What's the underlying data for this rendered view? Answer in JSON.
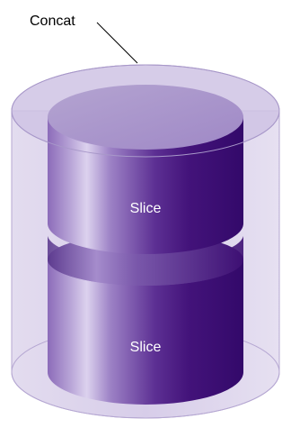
{
  "diagram": {
    "container_label": "Concat",
    "slices": [
      {
        "label": "Slice"
      },
      {
        "label": "Slice"
      }
    ]
  },
  "colors": {
    "container_fill": "#d9d2e8",
    "container_stroke": "#b8aad4",
    "slice_dark": "#3b0f6e",
    "slice_mid": "#6a3f9e",
    "slice_light": "#c7b8e0",
    "slice_top": "#a995c9",
    "label_on_slice": "#ffffff",
    "label_default": "#000000",
    "leader_line": "#000000"
  }
}
